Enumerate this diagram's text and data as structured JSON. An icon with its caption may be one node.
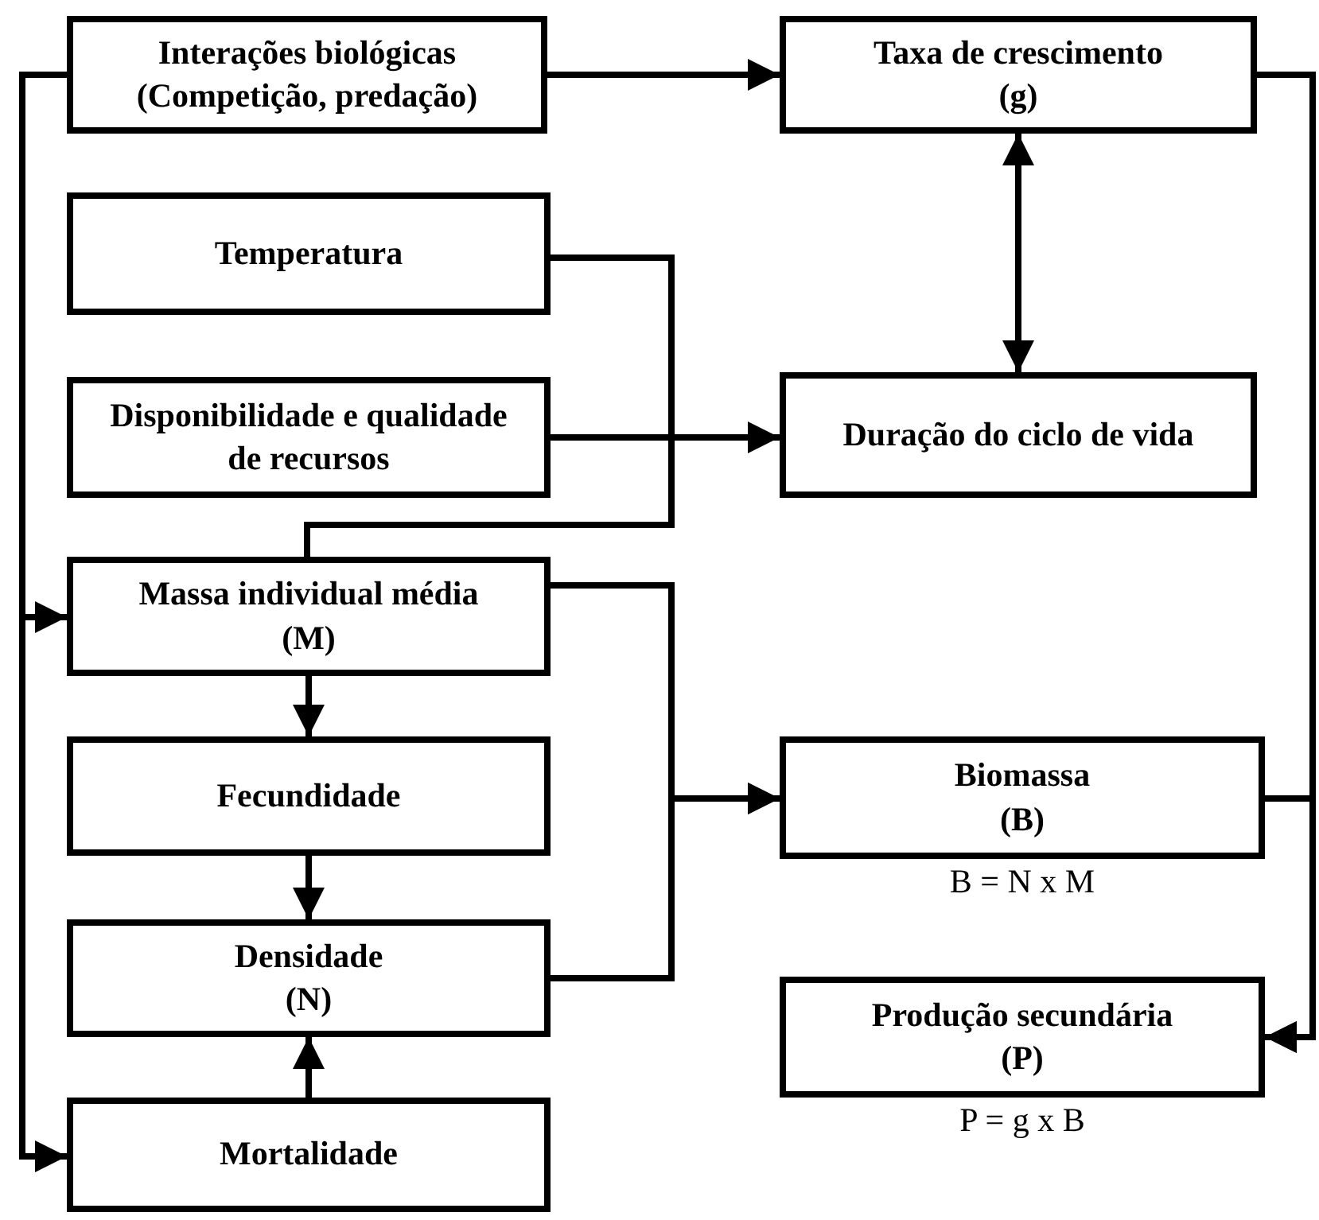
{
  "diagram": {
    "nodes": [
      {
        "text": [
          "Interações biológicas",
          "(Competição, predação)"
        ]
      },
      {
        "text": [
          "Taxa de crescimento",
          "(g)"
        ]
      },
      {
        "text": [
          "Temperatura"
        ]
      },
      {
        "text": [
          "Disponibilidade e qualidade de recursos"
        ]
      },
      {
        "text": [
          "Duração do ciclo de vida"
        ]
      },
      {
        "text": [
          "Massa individual média",
          "(M)"
        ]
      },
      {
        "text": [
          "Fecundidade"
        ]
      },
      {
        "text": [
          "Biomassa",
          "(B)"
        ],
        "beside": [
          "B = N x M"
        ]
      },
      {
        "text": [
          "Densidade",
          "(N)"
        ]
      },
      {
        "text": [
          "Produção secundária",
          "(P)"
        ],
        "beside": [
          "P = g x B"
        ]
      },
      {
        "text": [
          "Mortalidade"
        ]
      }
    ],
    "edges": [
      {
        "from": 0,
        "to": 1,
        "arrow": "to"
      },
      {
        "from": 1,
        "to": 4,
        "arrow": "both"
      },
      {
        "from": 2,
        "to": 5,
        "arrow": "none"
      },
      {
        "from": 3,
        "to": 4,
        "arrow": "to"
      },
      {
        "from": 0,
        "to": 5,
        "arrow": "to"
      },
      {
        "from": 0,
        "to": 10,
        "arrow": "to"
      },
      {
        "from": 5,
        "to": 6,
        "arrow": "to"
      },
      {
        "from": 5,
        "to": 7,
        "arrow": "to"
      },
      {
        "from": 6,
        "to": 8,
        "arrow": "to"
      },
      {
        "from": 8,
        "to": 7,
        "arrow": "to"
      },
      {
        "from": 10,
        "to": 8,
        "arrow": "to"
      },
      {
        "from": 1,
        "to": 9,
        "arrow": "to"
      },
      {
        "from": 7,
        "to": 9,
        "arrow": "to"
      }
    ]
  }
}
